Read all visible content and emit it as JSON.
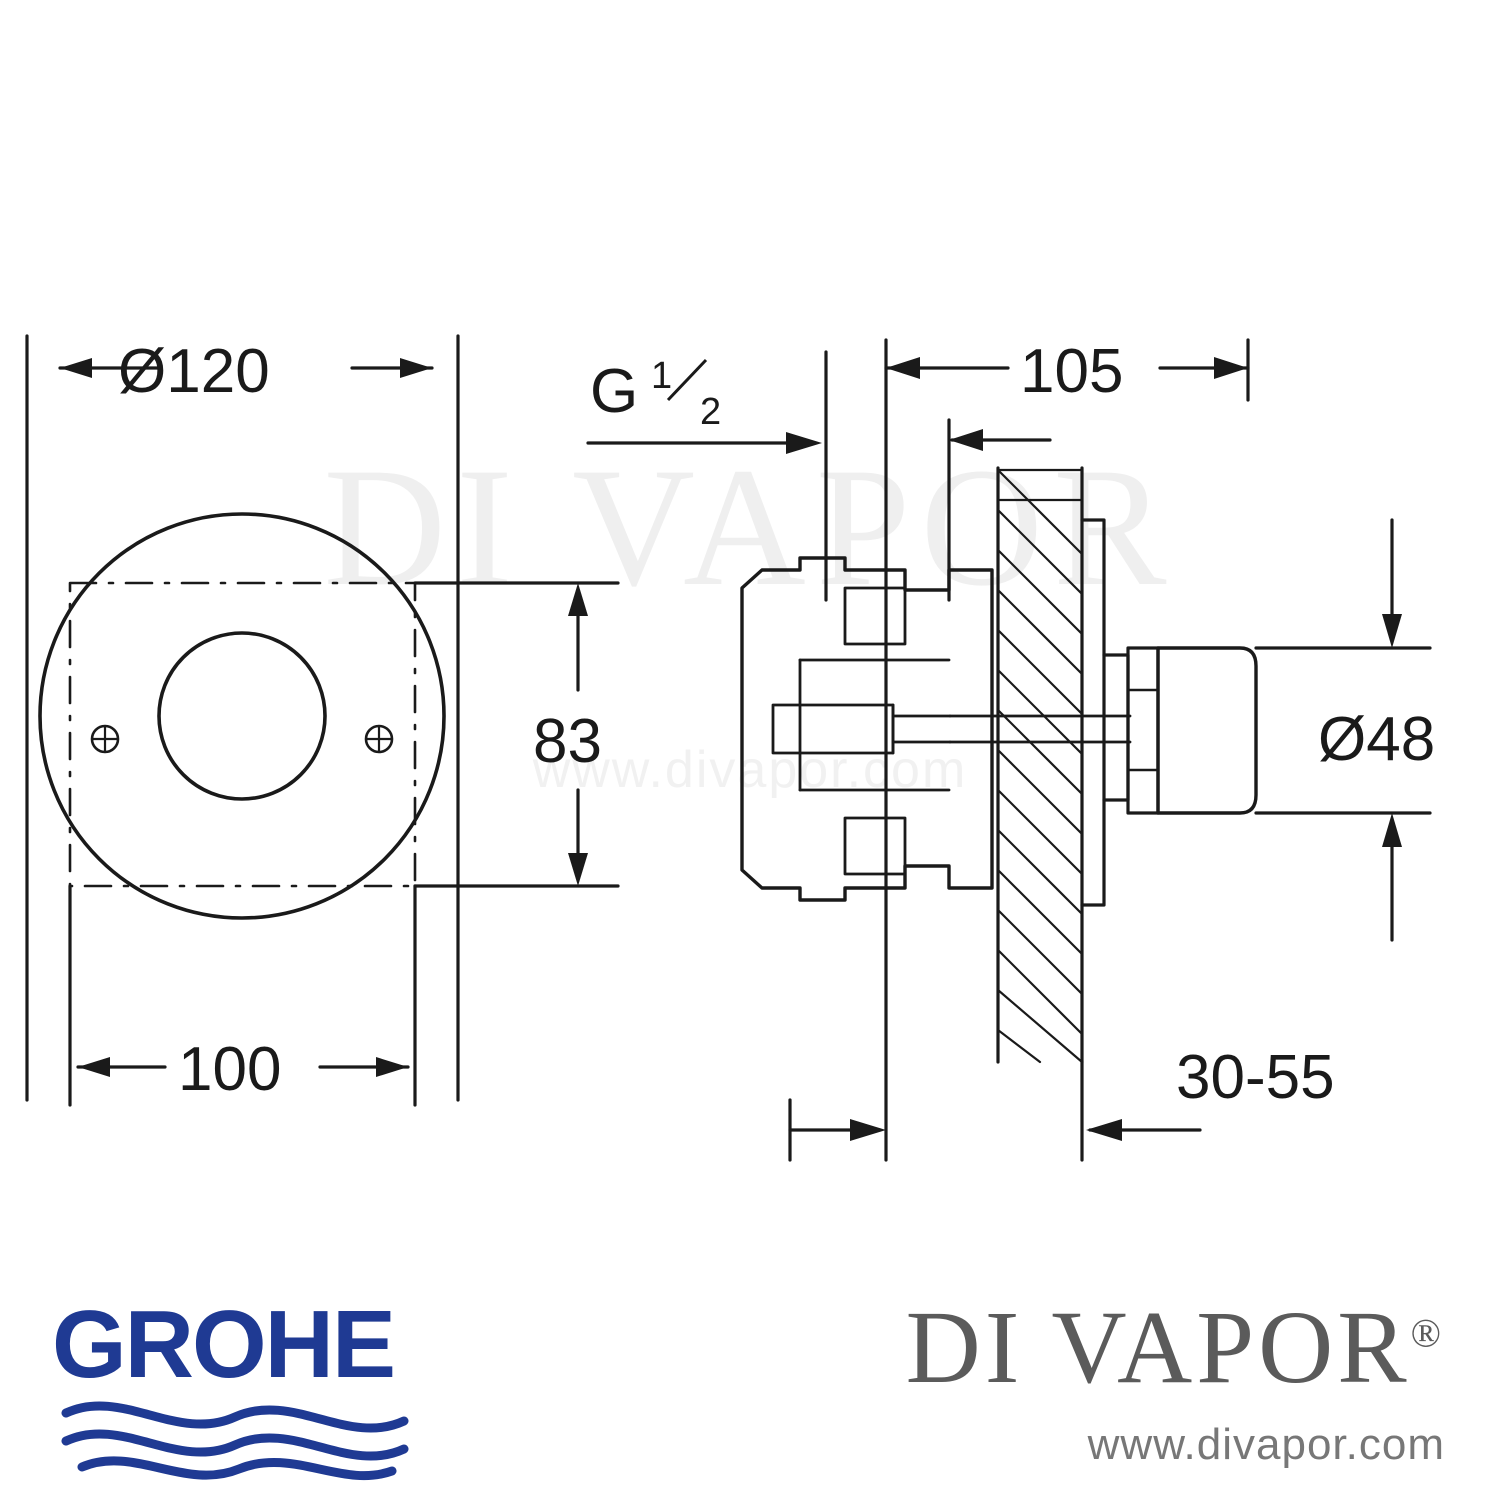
{
  "document": {
    "type": "technical-drawing",
    "title": "Grohe shower valve dimension drawing"
  },
  "watermarks": {
    "primary": "DI VAPOR",
    "secondary": "www.divapor.com"
  },
  "dimensions": {
    "plate_diameter": "Ø120",
    "thread": "G",
    "thread_fraction_num": "1",
    "thread_fraction_den": "2",
    "depth_105": "105",
    "height_83": "83",
    "width_100": "100",
    "knob_diameter": "Ø48",
    "wall_thickness": "30-55"
  },
  "footer": {
    "grohe": {
      "name": "GROHE"
    },
    "divapor": {
      "name": "DI VAPOR",
      "registered": "®",
      "url": "www.divapor.com"
    }
  }
}
